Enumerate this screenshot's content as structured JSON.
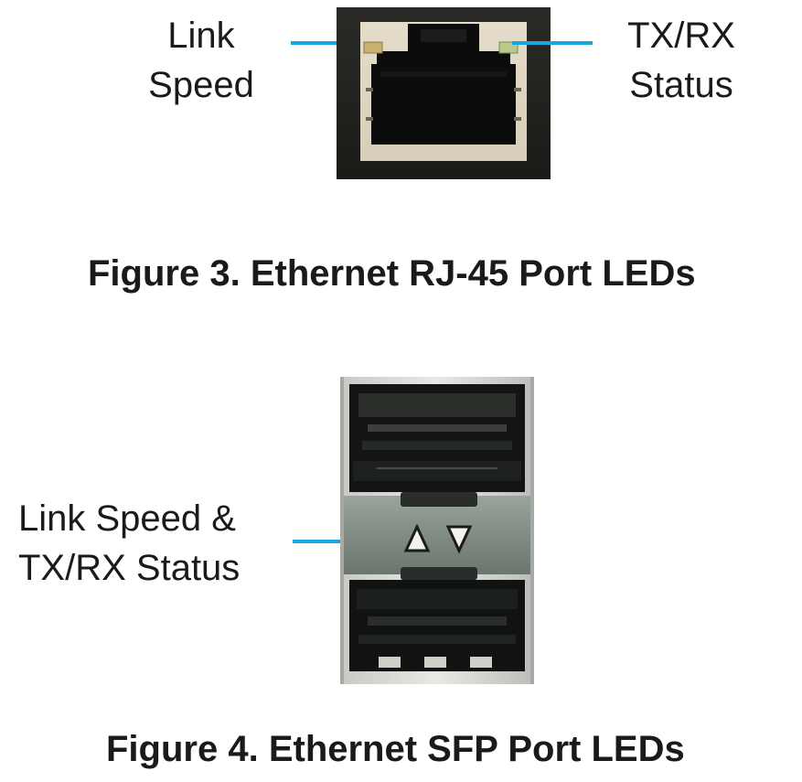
{
  "figure3": {
    "caption": "Figure 3. Ethernet RJ-45 Port LEDs",
    "label_left_line1": "Link",
    "label_left_line2": "Speed",
    "label_right_line1": "TX/RX",
    "label_right_line2": "Status"
  },
  "figure4": {
    "caption": "Figure 4. Ethernet SFP Port LEDs",
    "label_line1": "Link Speed &",
    "label_line2": "TX/RX Status"
  },
  "colors": {
    "leader_line": "#1aa7e0",
    "led_amber": "#c8b070",
    "led_green": "#b9c98a"
  }
}
